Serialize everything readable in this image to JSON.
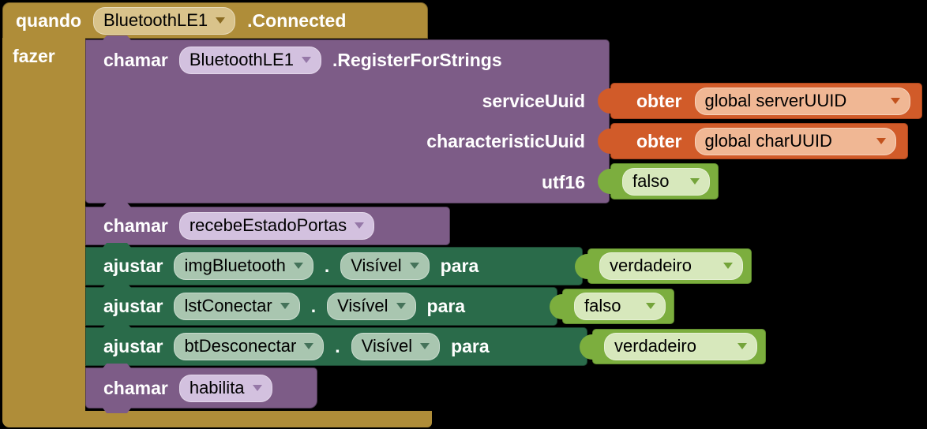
{
  "colors": {
    "canvas_bg": "#000000",
    "event_block": "#AF8D39",
    "event_dropdown": "#D9C38B",
    "procedure_block": "#7D5C87",
    "procedure_dropdown": "#D3C1DF",
    "setter_block": "#2A6B4A",
    "setter_dropdown": "#A9C6B0",
    "getter_block": "#D15B29",
    "getter_dropdown": "#F0B794",
    "logic_block": "#7CAE3E",
    "logic_dropdown": "#D7E8BC"
  },
  "icons": {
    "dropdown_arrow": "▾"
  },
  "event_block": {
    "keyword_when": "quando",
    "component": "BluetoothLE1",
    "event_name": ".Connected",
    "keyword_do": "fazer"
  },
  "statements": [
    {
      "keyword": "chamar",
      "component": "BluetoothLE1",
      "method": ".RegisterForStrings",
      "params": [
        {
          "label": "serviceUuid",
          "value": {
            "keyword": "obter",
            "dropdown": "global serverUUID"
          }
        },
        {
          "label": "characteristicUuid",
          "value": {
            "keyword": "obter",
            "dropdown": "global charUUID"
          }
        },
        {
          "label": "utf16",
          "value": {
            "dropdown": "falso"
          }
        }
      ]
    },
    {
      "keyword": "chamar",
      "procedure": "recebeEstadoPortas"
    },
    {
      "keyword": "ajustar",
      "component": "imgBluetooth",
      "separator": ".",
      "property": "Visível",
      "keyword_to": "para",
      "value": "verdadeiro"
    },
    {
      "keyword": "ajustar",
      "component": "lstConectar",
      "separator": ".",
      "property": "Visível",
      "keyword_to": "para",
      "value": "falso"
    },
    {
      "keyword": "ajustar",
      "component": "btDesconectar",
      "separator": ".",
      "property": "Visível",
      "keyword_to": "para",
      "value": "verdadeiro"
    },
    {
      "keyword": "chamar",
      "procedure": "habilita"
    }
  ]
}
